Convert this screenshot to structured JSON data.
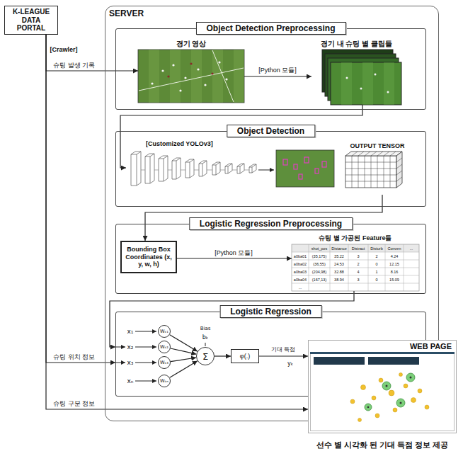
{
  "diagram": {
    "nodes": [
      {
        "text": [
          "K-LEAGUE DATA PORTAL"
        ]
      },
      {
        "text": [
          "SERVER"
        ]
      },
      {
        "text": [
          "Object Detection Preprocessing"
        ],
        "in": 1
      },
      {
        "text": [
          "경기 영상"
        ],
        "in": 2
      },
      {
        "text": [
          "경기 내 슈팅 별 클립들"
        ],
        "in": 2
      },
      {
        "text": [
          "Object Detection"
        ],
        "in": 1
      },
      {
        "text": [
          "[Customized YOLOv3]"
        ],
        "in": 5
      },
      {
        "text": [
          "OUTPUT TENSOR"
        ],
        "in": 5
      },
      {
        "text": [
          "Logistic Regression Preprocessing"
        ],
        "in": 1
      },
      {
        "text": [
          "Bounding Box Coordinates (x, y, w, h)"
        ],
        "in": 8
      },
      {
        "text": [
          "슈팅 별 가공된 Feature들"
        ],
        "in": 8
      },
      {
        "text": [
          "Logistic Regression"
        ],
        "in": 1
      },
      {
        "text": [
          "Wₖ₁"
        ],
        "in": 11
      },
      {
        "text": [
          "Wₖ₂"
        ],
        "in": 11
      },
      {
        "text": [
          "Wₖ₃"
        ],
        "in": 11
      },
      {
        "text": [
          "Wₖₙ"
        ],
        "in": 11
      },
      {
        "text": [
          "Σ"
        ],
        "in": 11
      },
      {
        "text": [
          "φ(.)"
        ],
        "in": 11
      },
      {
        "text": [
          "WEB PAGE"
        ]
      }
    ],
    "edges": [
      {
        "from": 0,
        "to": 3,
        "label": "슈팅 발생 기록",
        "arrow": "to"
      },
      {
        "from": 3,
        "to": 4,
        "label": "[Python 모듈]",
        "arrow": "to"
      },
      {
        "from": 4,
        "to": 6,
        "arrow": "to"
      },
      {
        "from": 7,
        "to": 9,
        "arrow": "to"
      },
      {
        "from": 9,
        "to": 10,
        "label": "[Python 모듈]",
        "arrow": "to"
      },
      {
        "from": 10,
        "to": 11,
        "arrow": "to"
      },
      {
        "from": 0,
        "to": 11,
        "label": "슈팅 위치 정보",
        "arrow": "to"
      },
      {
        "from": 0,
        "to": 18,
        "label": "슈팅 구분 정보",
        "arrow": "to"
      },
      {
        "from": 12,
        "to": 16,
        "arrow": "to"
      },
      {
        "from": 13,
        "to": 16,
        "arrow": "to"
      },
      {
        "from": 14,
        "to": 16,
        "arrow": "to"
      },
      {
        "from": 15,
        "to": 16,
        "arrow": "to"
      },
      {
        "from": 16,
        "to": 17,
        "arrow": "to"
      },
      {
        "from": 17,
        "to": 18,
        "label": "기대 득점",
        "arrow": "to"
      }
    ],
    "labels": [
      "[Crawler]",
      "shot_pos",
      "Distance",
      "Distract",
      "Disturb",
      "Conven",
      "...",
      "a0ba01",
      "(35,175)",
      "35.22",
      "3",
      "2",
      "4.24",
      "a0ba02",
      "(36,55)",
      "24.53",
      "2",
      "0",
      "12.15",
      "a0ba03",
      "(204,98)",
      "32.88",
      "4",
      "1",
      "8.16",
      "a0ba04",
      "(167,13)",
      "38.94",
      "3",
      "0",
      "15.09",
      "...",
      "x₁",
      "x₂",
      "x₃",
      "xₙ",
      "Bias",
      "bₖ",
      "yₖ",
      "선수 별 시각화 된 기대 득점 정보 제공"
    ]
  }
}
